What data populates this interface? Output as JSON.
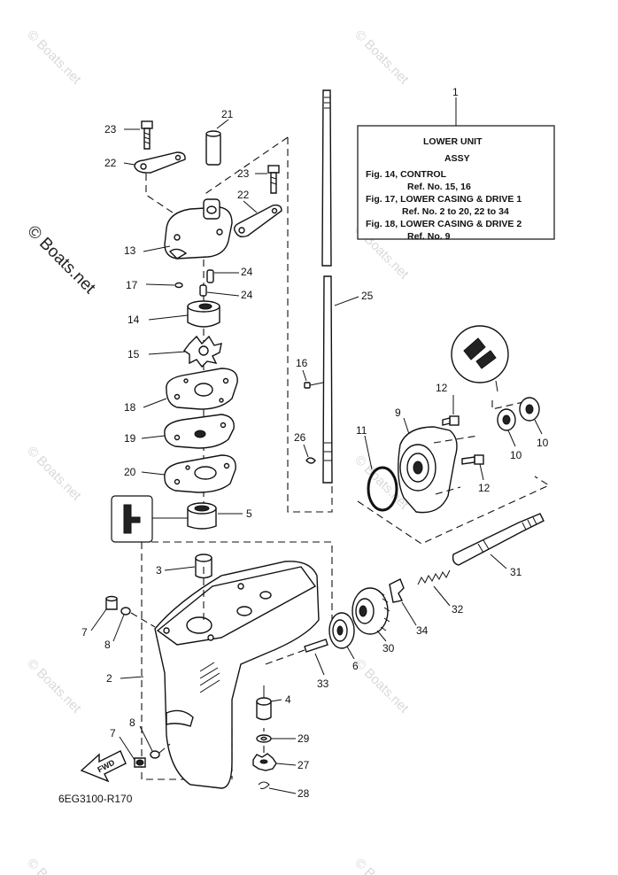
{
  "watermark": "© Boats.net",
  "diagram_code": "6EG3100-R170",
  "fwd_label": "FWD",
  "info_box": {
    "title": "LOWER UNIT",
    "subtitle": "ASSY",
    "lines": [
      "Fig. 14, CONTROL",
      "Ref. No. 15, 16",
      "Fig. 17, LOWER CASING & DRIVE 1",
      "Ref. No. 2 to 20, 22 to 34",
      "Fig. 18, LOWER CASING & DRIVE 2",
      "Ref. No. 9"
    ]
  },
  "callouts": {
    "c1": "1",
    "c2": "2",
    "c3": "3",
    "c4": "4",
    "c5": "5",
    "c6": "6",
    "c7a": "7",
    "c7b": "7",
    "c8a": "8",
    "c8b": "8",
    "c9": "9",
    "c10a": "10",
    "c10b": "10",
    "c11": "11",
    "c12a": "12",
    "c12b": "12",
    "c13": "13",
    "c14": "14",
    "c15": "15",
    "c16": "16",
    "c17": "17",
    "c18": "18",
    "c19": "19",
    "c20": "20",
    "c21": "21",
    "c22a": "22",
    "c22b": "22",
    "c23a": "23",
    "c23b": "23",
    "c24a": "24",
    "c24b": "24",
    "c25": "25",
    "c26": "26",
    "c27": "27",
    "c28": "28",
    "c29": "29",
    "c30": "30",
    "c31": "31",
    "c32": "32",
    "c33": "33",
    "c34": "34"
  }
}
